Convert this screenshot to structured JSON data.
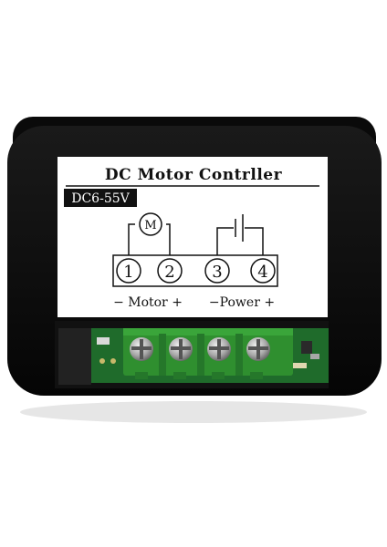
{
  "label": {
    "title": "DC Motor Contrller",
    "voltage_range": "DC6-55V",
    "motor_symbol": "M",
    "terminals": [
      "1",
      "2",
      "3",
      "4"
    ],
    "motor_caption": "− Motor +",
    "power_caption": "−Power +"
  },
  "colors": {
    "housing": "#0b0b0b",
    "label_background": "#ffffff",
    "terminal_block": "#2f8f2f",
    "pcb": "#1f6b2b",
    "screw": "#c9c9c9"
  }
}
